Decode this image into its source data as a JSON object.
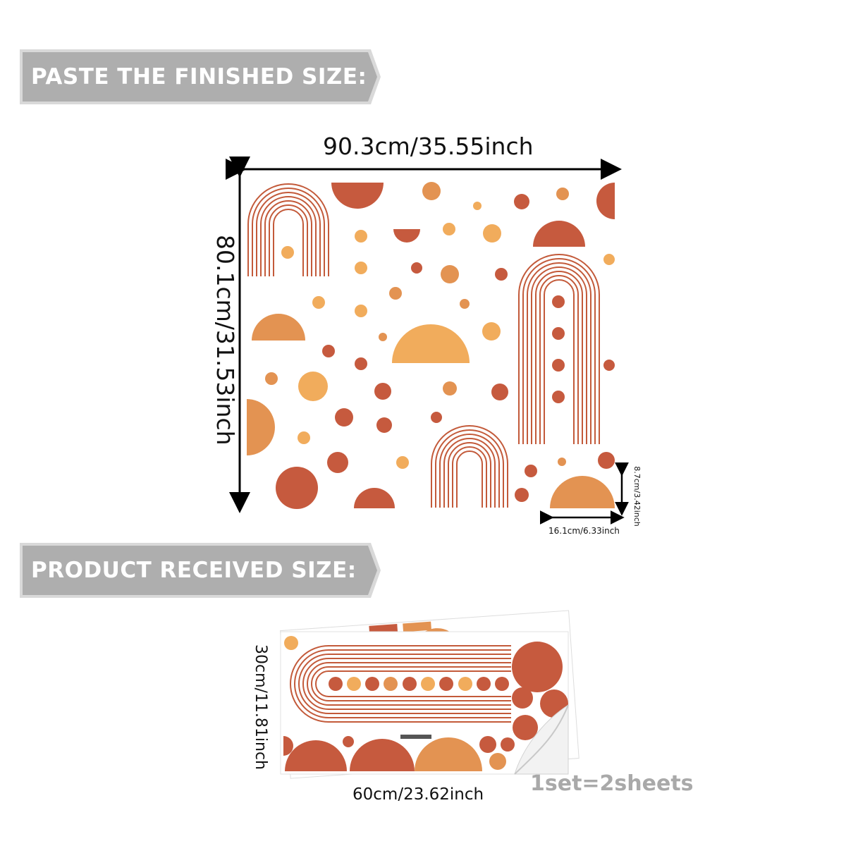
{
  "banners": {
    "finished": "PASTE THE FINISHED SIZE:",
    "received": "PRODUCT RECEIVED SIZE:"
  },
  "finished_size": {
    "width_label": "90.3cm/35.55inch",
    "height_label": "80.1cm/31.53inch",
    "piece_width_label": "16.1cm/6.33inch",
    "piece_height_label": "8.7cm/3.42inch"
  },
  "received_size": {
    "height_label": "30cm/11.81inch",
    "width_label": "60cm/23.62inch",
    "set_label": "1set=2sheets"
  },
  "colors": {
    "banner_fill": "#aeaeae",
    "banner_border": "#d6d6d6",
    "terracotta": "#c65a3e",
    "orange": "#e39352",
    "sand": "#f1ac5c",
    "line": "#c35a3a"
  }
}
